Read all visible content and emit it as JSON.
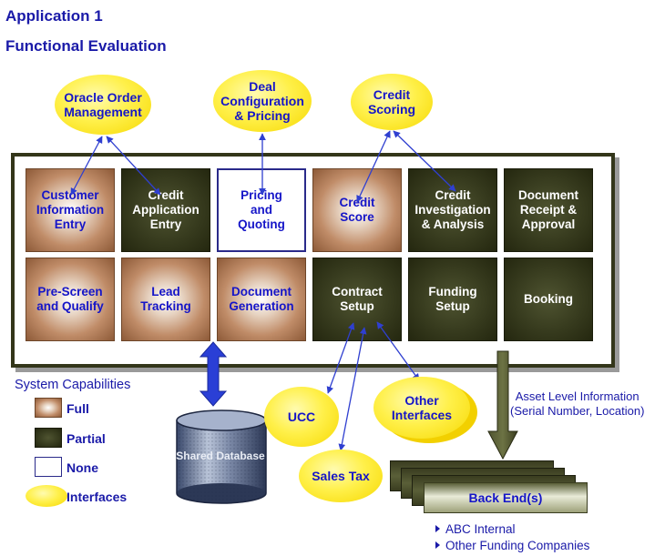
{
  "title": "Application 1",
  "subtitle": "Functional Evaluation",
  "capabilities": {
    "row1": [
      {
        "label": "Customer Information Entry",
        "level": "Full"
      },
      {
        "label": "Credit Application Entry",
        "level": "Partial"
      },
      {
        "label": "Pricing and Quoting",
        "level": "None"
      },
      {
        "label": "Credit Score",
        "level": "Full"
      },
      {
        "label": "Credit Investigation & Analysis",
        "level": "Partial"
      },
      {
        "label": "Document Receipt & Approval",
        "level": "Partial"
      }
    ],
    "row2": [
      {
        "label": "Pre-Screen and Qualify",
        "level": "Full"
      },
      {
        "label": "Lead Tracking",
        "level": "Full"
      },
      {
        "label": "Document Generation",
        "level": "Full"
      },
      {
        "label": "Contract Setup",
        "level": "Partial"
      },
      {
        "label": "Funding Setup",
        "level": "Partial"
      },
      {
        "label": "Booking",
        "level": "Partial"
      }
    ]
  },
  "interfaces": {
    "oracle": "Oracle Order Management",
    "deal": "Deal Configuration & Pricing",
    "credit_scoring": "Credit Scoring",
    "ucc": "UCC",
    "other": "Other Interfaces",
    "sales_tax": "Sales Tax"
  },
  "database": "Shared Database",
  "legend": {
    "title": "System Capabilities",
    "full": "Full",
    "partial": "Partial",
    "none": "None",
    "interfaces": "Interfaces"
  },
  "asset_info": {
    "line1": "Asset Level Information",
    "line2": "(Serial Number, Location)"
  },
  "back_end": {
    "label": "Back End(s)",
    "items": [
      "ABC Internal",
      "Other Funding Companies"
    ]
  },
  "colors": {
    "title": "#1a1aa8",
    "full": "#c08c68",
    "partial": "#373b1e",
    "interface": "#fff04a",
    "arrow": "#2f3fd0"
  }
}
